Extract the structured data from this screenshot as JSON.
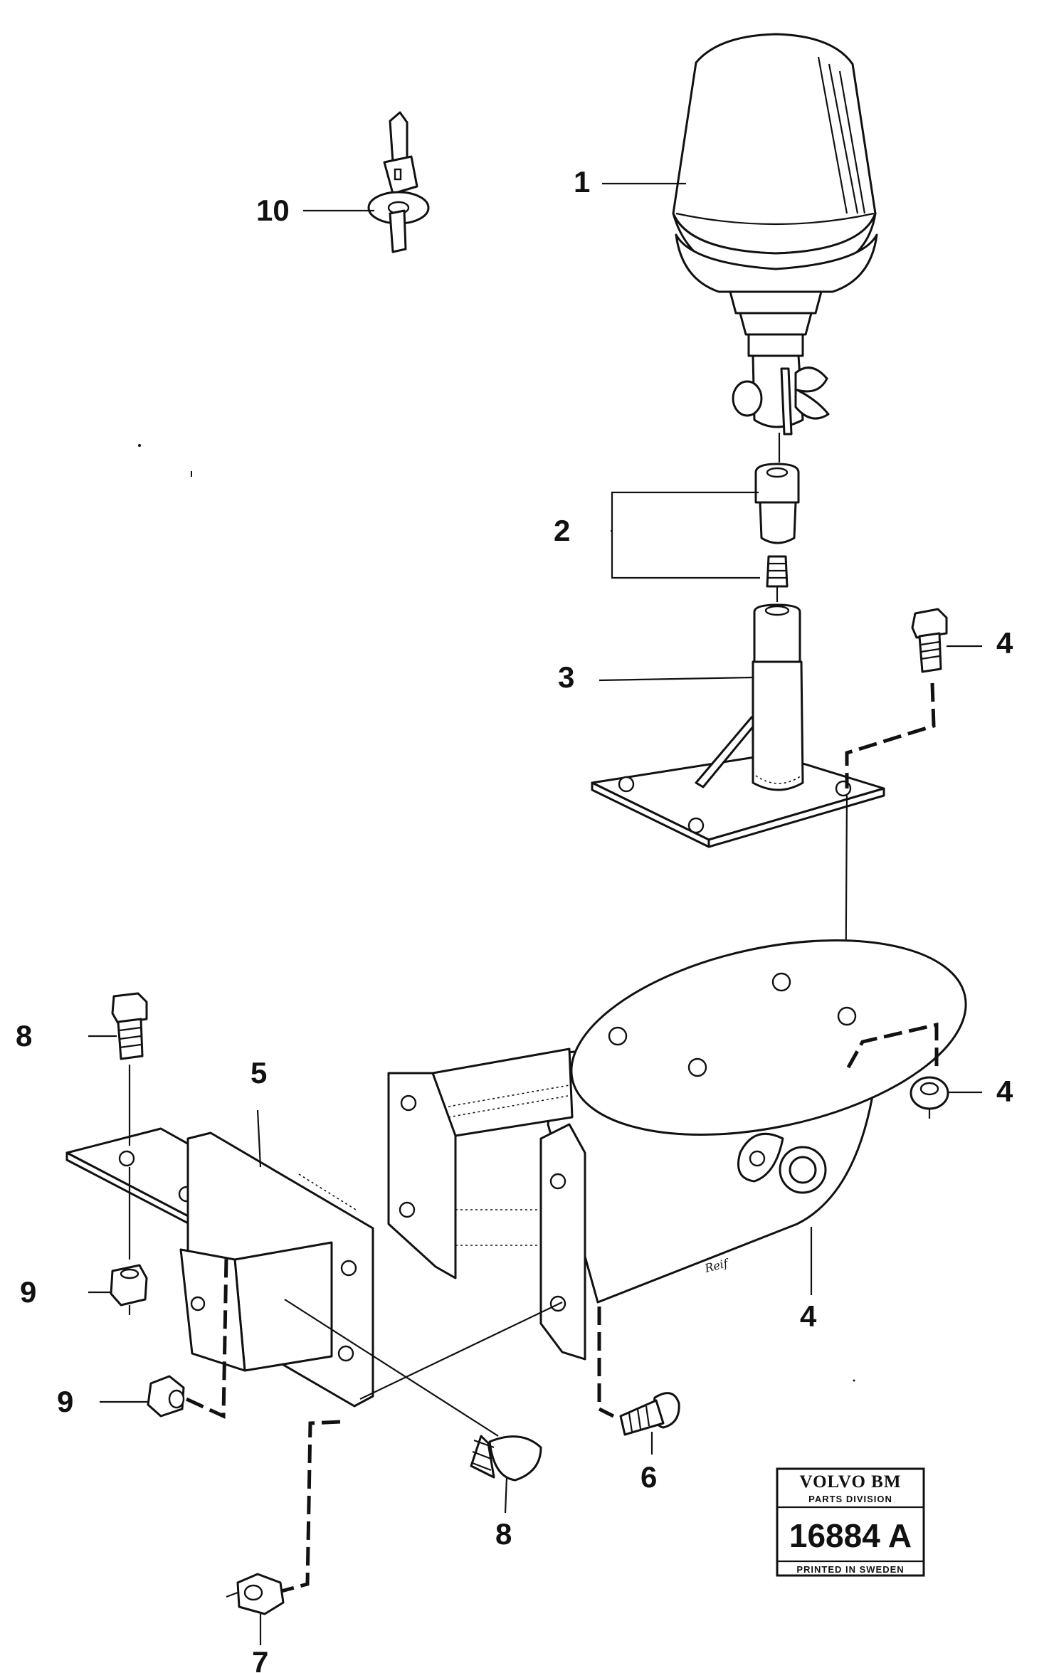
{
  "callouts": {
    "p1": "1",
    "p2": "2",
    "p3": "3",
    "p4a": "4",
    "p4b": "4",
    "p4c": "4",
    "p5": "5",
    "p6": "6",
    "p7": "7",
    "p8a": "8",
    "p8b": "8",
    "p9a": "9",
    "p9b": "9",
    "p10": "10"
  },
  "stamp": {
    "brand": "VOLVO BM",
    "division": "PARTS DIVISION",
    "number": "16884 A",
    "printed": "PRINTED IN SWEDEN"
  },
  "signature": "Reif"
}
